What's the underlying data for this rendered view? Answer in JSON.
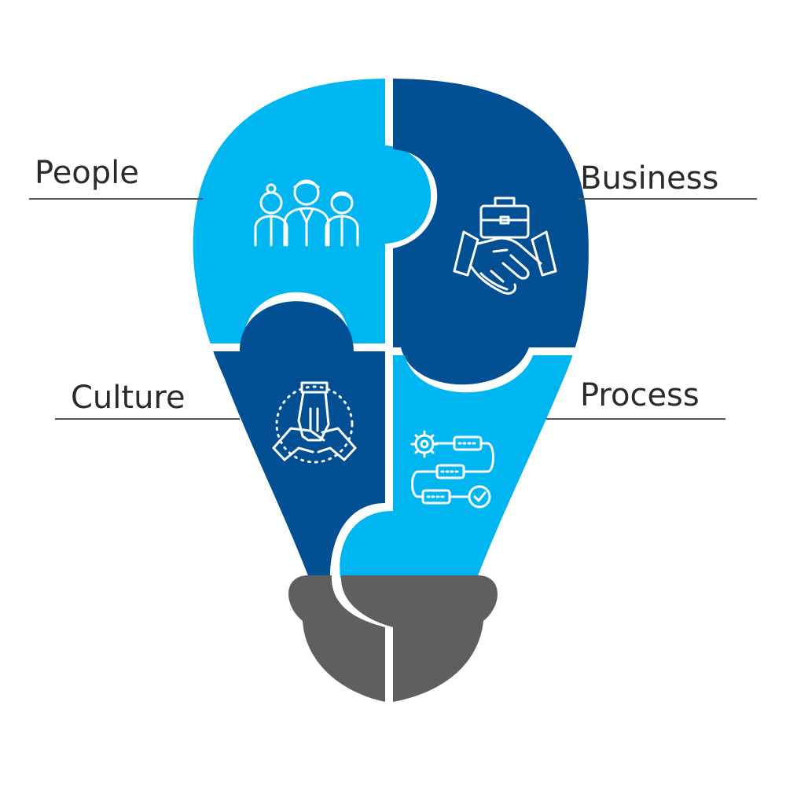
{
  "labels": {
    "people": "People",
    "business": "Business",
    "culture": "Culture",
    "process": "Process"
  },
  "icons": {
    "people": "team-icon",
    "business": "handshake-briefcase-icon",
    "culture": "stacked-hands-icon",
    "process": "workflow-icon"
  },
  "colors": {
    "light_blue": "#00B6F0",
    "dark_blue": "#034F93",
    "base_gray": "#5F5F5F",
    "line_gray": "#555555",
    "text": "#2B2B2B"
  }
}
